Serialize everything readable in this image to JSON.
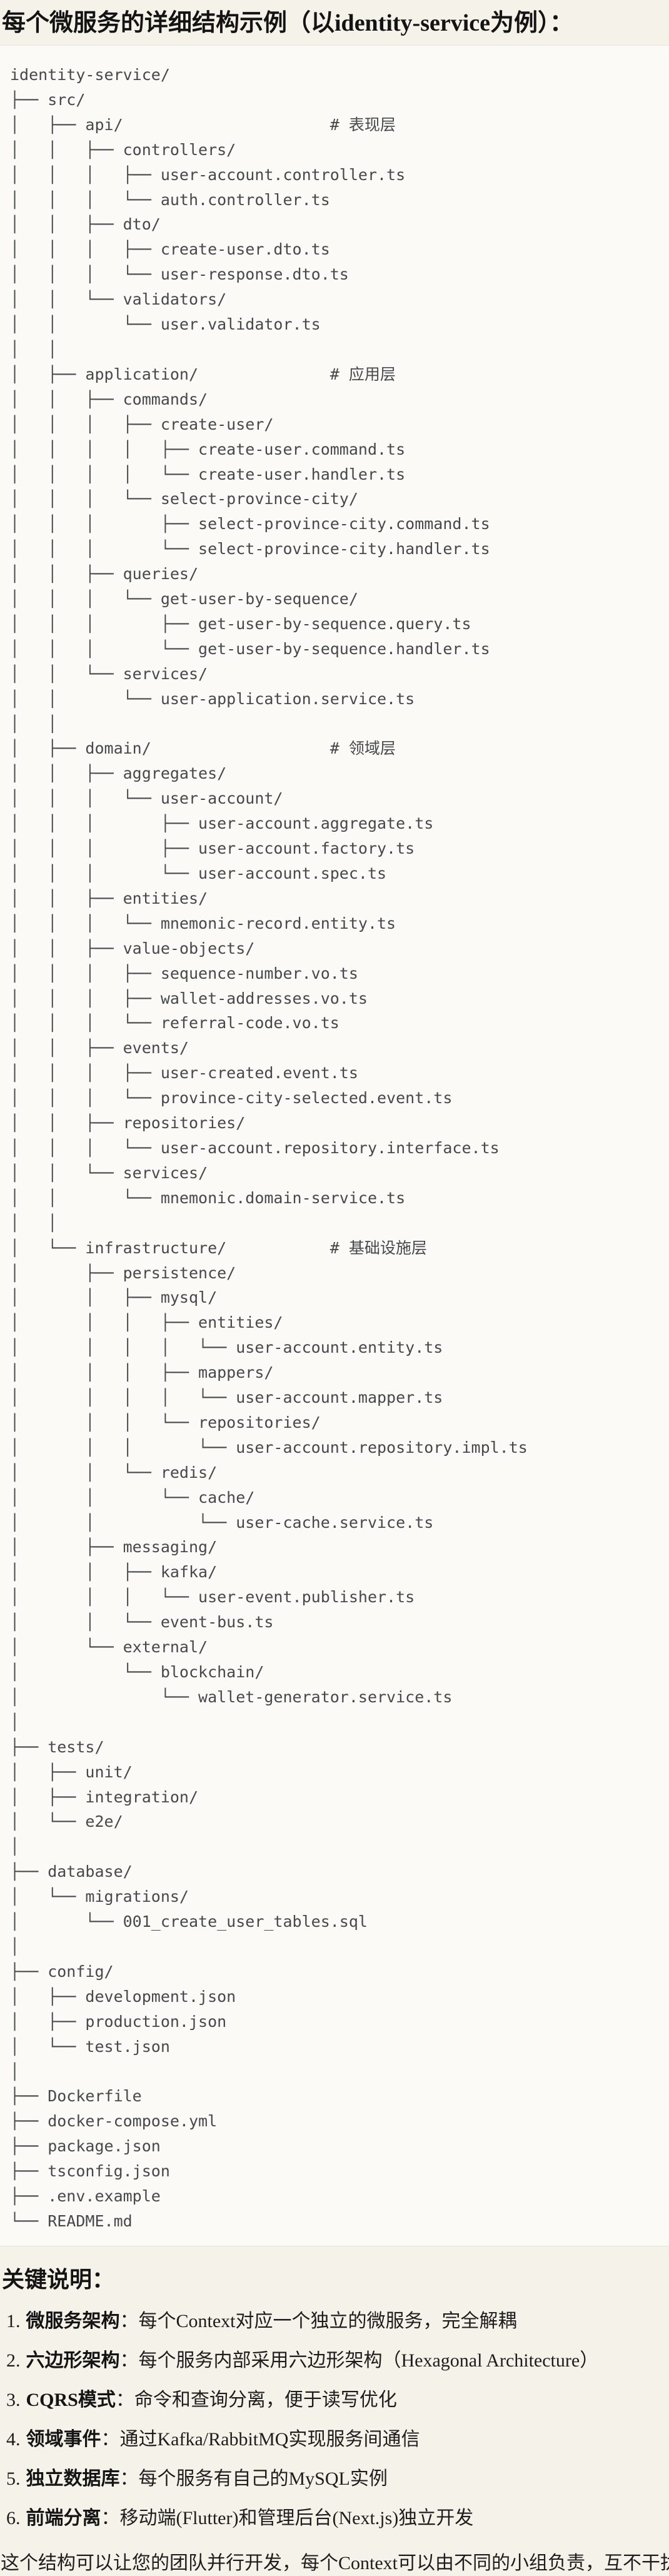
{
  "page": {
    "title": "每个微服务的详细结构示例（以identity-service为例）："
  },
  "code_block": {
    "language": "text",
    "tree_lines": [
      "identity-service/",
      "├── src/",
      "│   ├── api/                      # 表现层",
      "│   │   ├── controllers/",
      "│   │   │   ├── user-account.controller.ts",
      "│   │   │   └── auth.controller.ts",
      "│   │   ├── dto/",
      "│   │   │   ├── create-user.dto.ts",
      "│   │   │   └── user-response.dto.ts",
      "│   │   └── validators/",
      "│   │       └── user.validator.ts",
      "│   │",
      "│   ├── application/              # 应用层",
      "│   │   ├── commands/",
      "│   │   │   ├── create-user/",
      "│   │   │   │   ├── create-user.command.ts",
      "│   │   │   │   └── create-user.handler.ts",
      "│   │   │   └── select-province-city/",
      "│   │   │       ├── select-province-city.command.ts",
      "│   │   │       └── select-province-city.handler.ts",
      "│   │   ├── queries/",
      "│   │   │   └── get-user-by-sequence/",
      "│   │   │       ├── get-user-by-sequence.query.ts",
      "│   │   │       └── get-user-by-sequence.handler.ts",
      "│   │   └── services/",
      "│   │       └── user-application.service.ts",
      "│   │",
      "│   ├── domain/                   # 领域层",
      "│   │   ├── aggregates/",
      "│   │   │   └── user-account/",
      "│   │   │       ├── user-account.aggregate.ts",
      "│   │   │       ├── user-account.factory.ts",
      "│   │   │       └── user-account.spec.ts",
      "│   │   ├── entities/",
      "│   │   │   └── mnemonic-record.entity.ts",
      "│   │   ├── value-objects/",
      "│   │   │   ├── sequence-number.vo.ts",
      "│   │   │   ├── wallet-addresses.vo.ts",
      "│   │   │   └── referral-code.vo.ts",
      "│   │   ├── events/",
      "│   │   │   ├── user-created.event.ts",
      "│   │   │   └── province-city-selected.event.ts",
      "│   │   ├── repositories/",
      "│   │   │   └── user-account.repository.interface.ts",
      "│   │   └── services/",
      "│   │       └── mnemonic.domain-service.ts",
      "│   │",
      "│   └── infrastructure/           # 基础设施层",
      "│       ├── persistence/",
      "│       │   ├── mysql/",
      "│       │   │   ├── entities/",
      "│       │   │   │   └── user-account.entity.ts",
      "│       │   │   ├── mappers/",
      "│       │   │   │   └── user-account.mapper.ts",
      "│       │   │   └── repositories/",
      "│       │   │       └── user-account.repository.impl.ts",
      "│       │   └── redis/",
      "│       │       └── cache/",
      "│       │           └── user-cache.service.ts",
      "│       ├── messaging/",
      "│       │   ├── kafka/",
      "│       │   │   └── user-event.publisher.ts",
      "│       │   └── event-bus.ts",
      "│       └── external/",
      "│           └── blockchain/",
      "│               └── wallet-generator.service.ts",
      "│",
      "├── tests/",
      "│   ├── unit/",
      "│   ├── integration/",
      "│   └── e2e/",
      "│",
      "├── database/",
      "│   └── migrations/",
      "│       └── 001_create_user_tables.sql",
      "│",
      "├── config/",
      "│   ├── development.json",
      "│   ├── production.json",
      "│   └── test.json",
      "│",
      "├── Dockerfile",
      "├── docker-compose.yml",
      "├── package.json",
      "├── tsconfig.json",
      "├── .env.example",
      "└── README.md"
    ]
  },
  "notes": {
    "heading": "关键说明：",
    "items": [
      {
        "num": "1.",
        "label": "微服务架构",
        "text": "：每个Context对应一个独立的微服务，完全解耦"
      },
      {
        "num": "2.",
        "label": "六边形架构",
        "text": "：每个服务内部采用六边形架构（Hexagonal Architecture）"
      },
      {
        "num": "3.",
        "label": "CQRS模式",
        "text": "：命令和查询分离，便于读写优化"
      },
      {
        "num": "4.",
        "label": "领域事件",
        "text": "：通过Kafka/RabbitMQ实现服务间通信"
      },
      {
        "num": "5.",
        "label": "独立数据库",
        "text": "：每个服务有自己的MySQL实例"
      },
      {
        "num": "6.",
        "label": "前端分离",
        "text": "：移动端(Flutter)和管理后台(Next.js)独立开发"
      }
    ],
    "footer": "这个结构可以让您的团队并行开发，每个Context可以由不同的小组负责，互不干扰。"
  }
}
